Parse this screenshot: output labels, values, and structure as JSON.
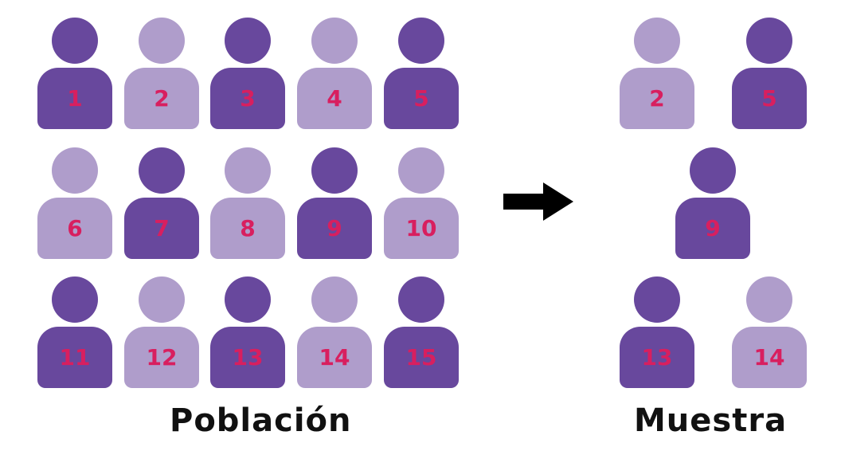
{
  "colors": {
    "dark": "#68489d",
    "light": "#af9dcb",
    "number": "#d81f5f",
    "arrow": "#000000",
    "caption": "#111111"
  },
  "population": {
    "label": "Población",
    "people": [
      {
        "number": "1",
        "shade": "dark"
      },
      {
        "number": "2",
        "shade": "light"
      },
      {
        "number": "3",
        "shade": "dark"
      },
      {
        "number": "4",
        "shade": "light"
      },
      {
        "number": "5",
        "shade": "dark"
      },
      {
        "number": "6",
        "shade": "light"
      },
      {
        "number": "7",
        "shade": "dark"
      },
      {
        "number": "8",
        "shade": "light"
      },
      {
        "number": "9",
        "shade": "dark"
      },
      {
        "number": "10",
        "shade": "light"
      },
      {
        "number": "11",
        "shade": "dark"
      },
      {
        "number": "12",
        "shade": "light"
      },
      {
        "number": "13",
        "shade": "dark"
      },
      {
        "number": "14",
        "shade": "light"
      },
      {
        "number": "15",
        "shade": "dark"
      }
    ]
  },
  "arrow_icon": "right-arrow-icon",
  "sample": {
    "label": "Muestra",
    "people": [
      {
        "number": "2",
        "shade": "light"
      },
      {
        "number": "5",
        "shade": "dark"
      },
      {
        "number": "9",
        "shade": "dark"
      },
      {
        "number": "13",
        "shade": "dark"
      },
      {
        "number": "14",
        "shade": "light"
      }
    ]
  }
}
